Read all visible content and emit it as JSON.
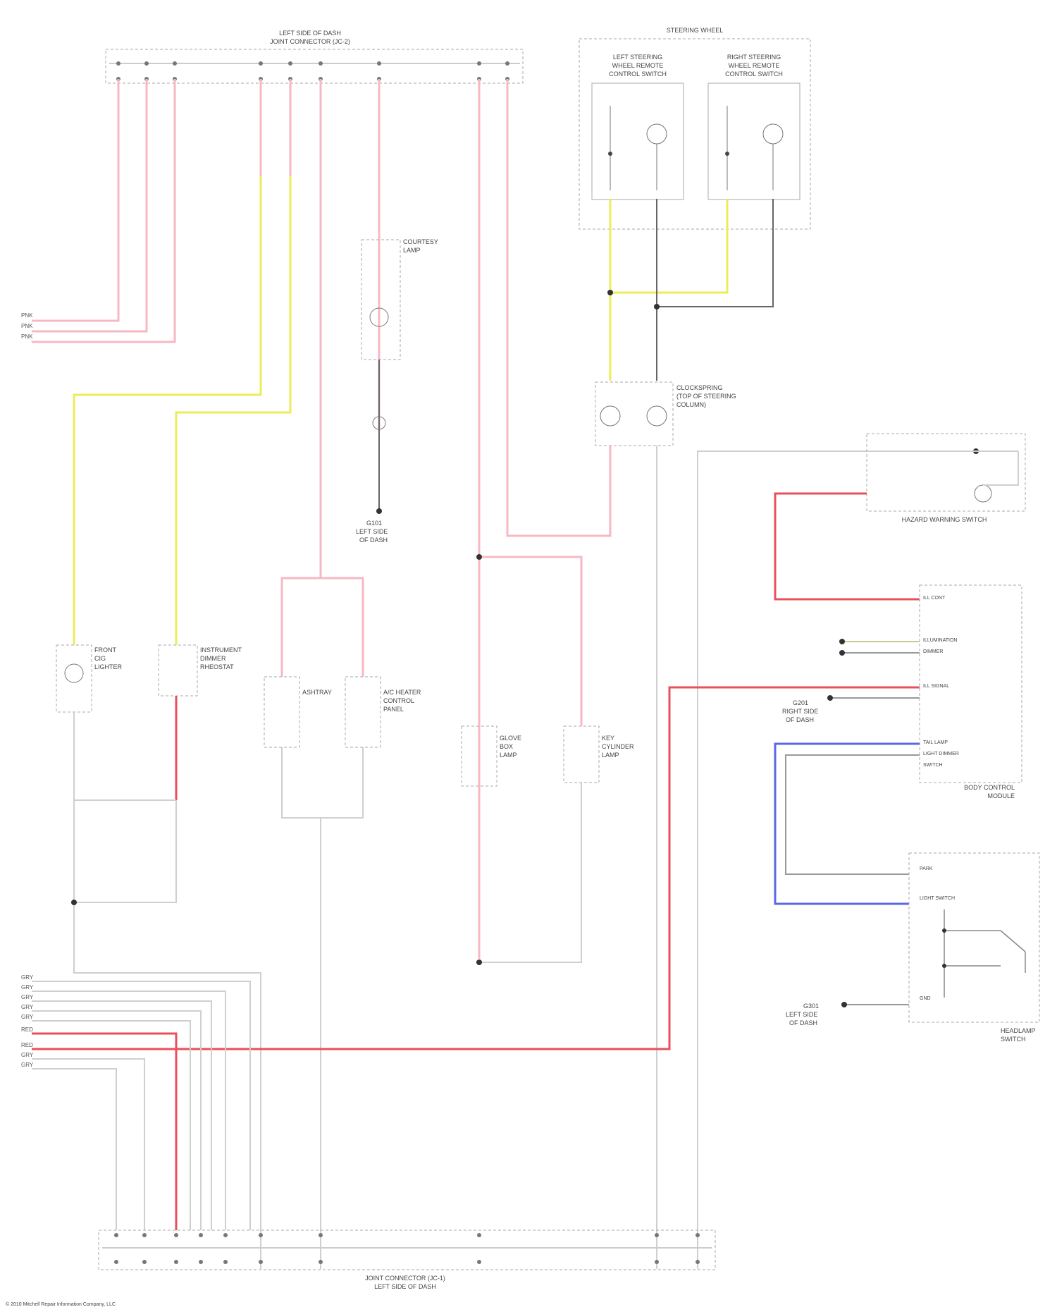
{
  "diagram": {
    "top_connector_label": [
      "LEFT SIDE OF DASH",
      "JOINT CONNECTOR (JC-2)"
    ],
    "steering_wheel_label": "STEERING WHEEL",
    "left_switch_label": [
      "LEFT STEERING",
      "WHEEL REMOTE",
      "CONTROL SWITCH"
    ],
    "right_switch_label": [
      "RIGHT STEERING",
      "WHEEL REMOTE",
      "CONTROL SWITCH"
    ],
    "courtesy_lamp_label": [
      "COURTESY",
      "LAMP"
    ],
    "ground_left_label": [
      "G101",
      "LEFT SIDE",
      "OF DASH"
    ],
    "clock_spring_label": [
      "CLOCKSPRING",
      "(TOP OF STEERING",
      "COLUMN)"
    ],
    "front_cig_label": [
      "FRONT",
      "CIG",
      "LIGHTER"
    ],
    "dimmer_label": [
      "INSTRUMENT",
      "DIMMER",
      "RHEOSTAT"
    ],
    "ashtray_label": "ASHTRAY",
    "heater_label": [
      "A/C HEATER",
      "CONTROL",
      "PANEL"
    ],
    "glove_lamp_label": [
      "GLOVE",
      "BOX",
      "LAMP"
    ],
    "key_lamp_label": [
      "KEY",
      "CYLINDER",
      "LAMP"
    ],
    "hazard_switch_label": "HAZARD WARNING SWITCH",
    "bcm_label": [
      "BODY CONTROL",
      "MODULE"
    ],
    "bcm_pins": [
      "ILL CONT",
      "ILLUMINATION",
      "DIMMER",
      "ILL SIGNAL",
      "TAIL LAMP",
      "LIGHT DIMMER",
      "SWITCH"
    ],
    "ground_right_label": [
      "G201",
      "RIGHT SIDE",
      "OF DASH"
    ],
    "headlamp_switch_label": [
      "HEADLAMP",
      "SWITCH"
    ],
    "headlamp_pins": [
      "PARK",
      "LIGHT SWITCH",
      "GND"
    ],
    "ground_bottom_label": [
      "G301",
      "LEFT SIDE",
      "OF DASH"
    ],
    "bottom_connector_label": [
      "JOINT CONNECTOR (JC-1)",
      "LEFT SIDE OF DASH"
    ],
    "left_inputs": [
      "PNK",
      "PNK",
      "PNK"
    ],
    "left_bottom_inputs": [
      "GRY",
      "GRY",
      "GRY",
      "GRY",
      "GRY",
      "RED",
      "RED",
      "GRY",
      "GRY"
    ],
    "watermark": "© 2010 Mitchell Repair Information Company, LLC"
  },
  "colors": {
    "pink": "#f7b8c4",
    "red": "#e8505a",
    "yellow": "#ecec5a",
    "blue": "#5a68e8",
    "gray": "#cfcfcf",
    "dark": "#555555"
  }
}
